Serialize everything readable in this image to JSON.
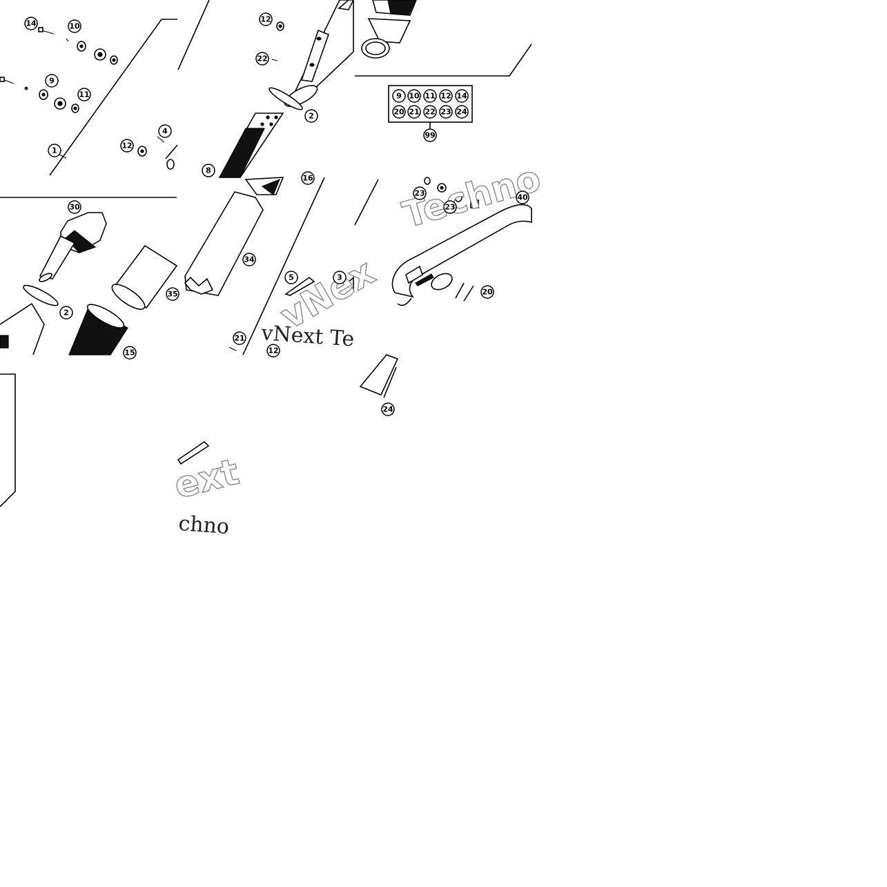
{
  "callouts": {
    "c1": "1",
    "c2": "2",
    "c3": "3",
    "c4": "4",
    "c5": "5",
    "c8": "8",
    "c9": "9",
    "c10": "10",
    "c11": "11",
    "c12": "12",
    "c14": "14",
    "c15": "15",
    "c16": "16",
    "c20": "20",
    "c21": "21",
    "c22": "22",
    "c23": "23",
    "c24": "24",
    "c30": "30",
    "c34": "34",
    "c35": "35",
    "c40": "40",
    "c99": "99"
  },
  "kit_box": {
    "row1": [
      "9",
      "10",
      "11",
      "12",
      "14"
    ],
    "row2": [
      "20",
      "21",
      "22",
      "23",
      "24"
    ]
  },
  "watermarks": {
    "outlined_1": "Techno",
    "outlined_2": "vNex",
    "outlined_3": "ext",
    "serif_1": "vNext Te",
    "serif_2": "chno"
  },
  "colors": {
    "line": "#000000",
    "background": "#ffffff",
    "watermark_outline": "#888888"
  }
}
